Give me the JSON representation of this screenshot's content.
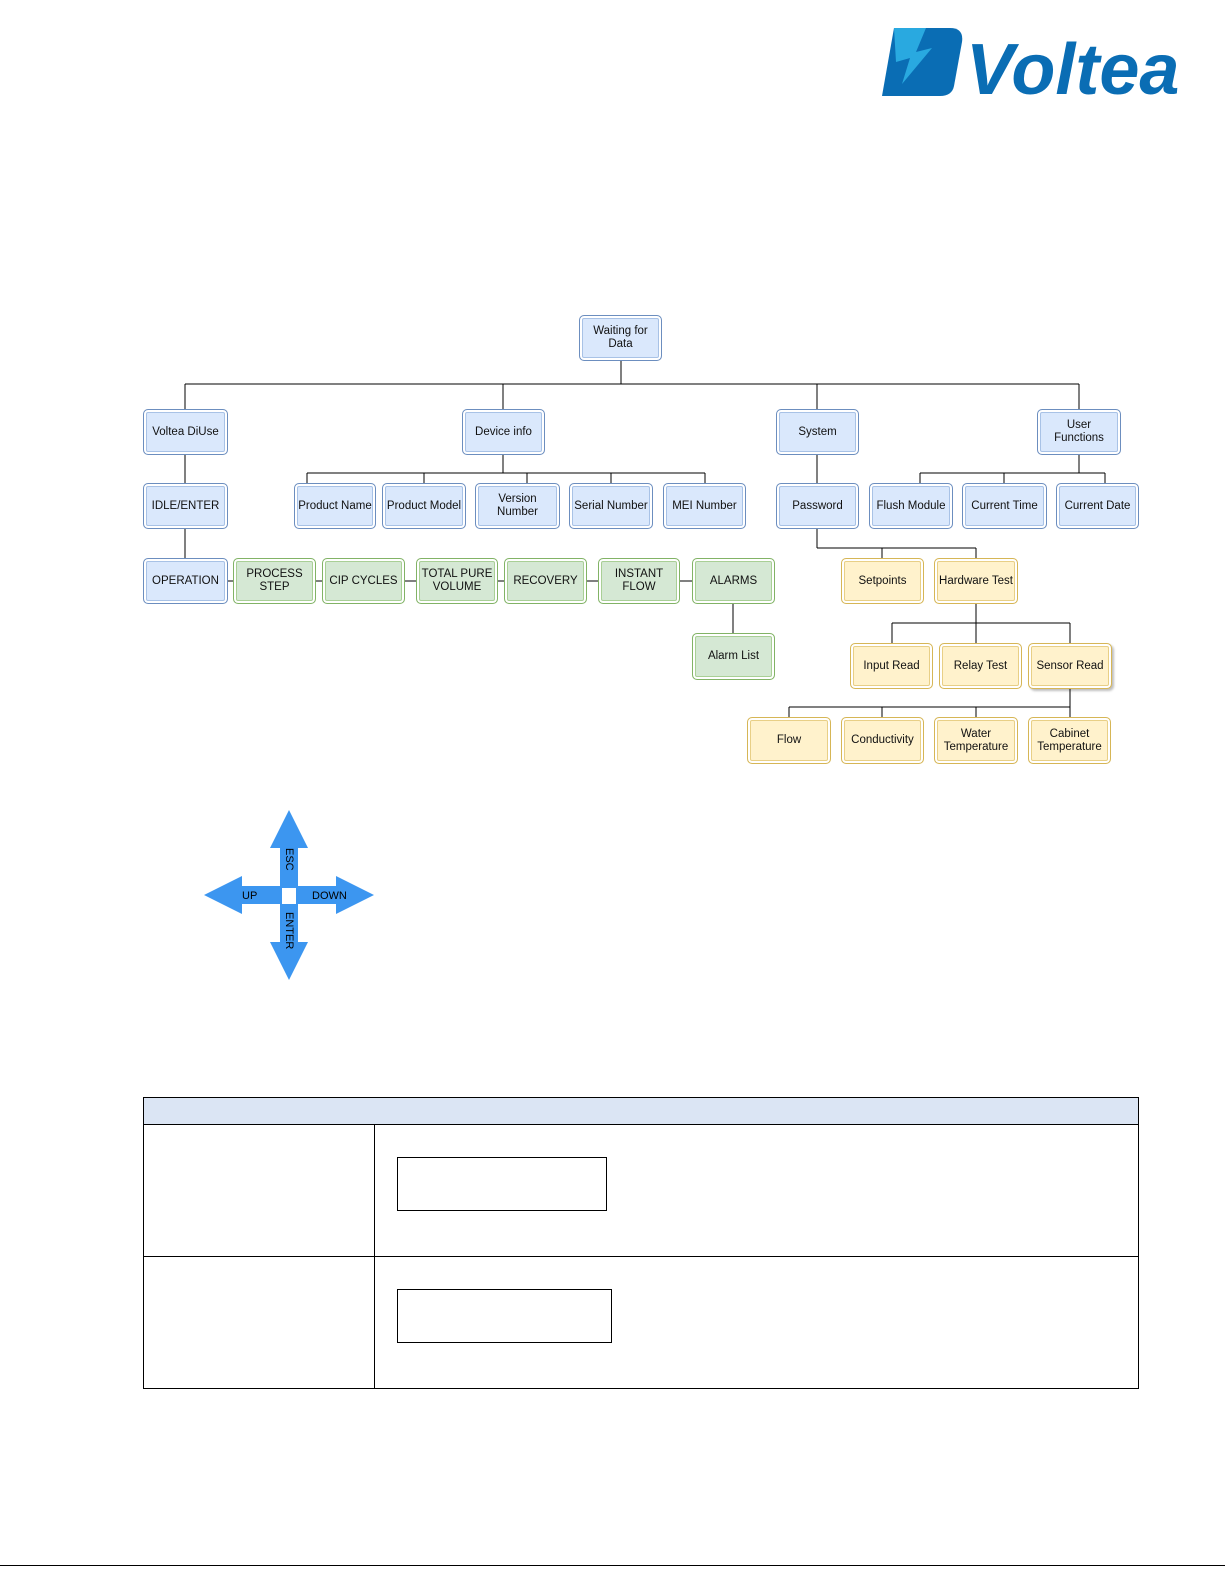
{
  "logo": {
    "text": "Voltea",
    "color": "#0a6db4",
    "accent": "#29a9e0"
  },
  "tree": {
    "root": "Waiting for\nData",
    "level1": {
      "voltea_diuse": "Voltea DiUse",
      "device_info": "Device info",
      "system": "System",
      "user_functions": "User Functions"
    },
    "diuse": {
      "idle_enter": "IDLE/ENTER",
      "operation": "OPERATION",
      "operation_items": [
        "PROCESS\nSTEP",
        "CIP CYCLES",
        "TOTAL PURE\nVOLUME",
        "RECOVERY",
        "INSTANT\nFLOW",
        "ALARMS"
      ],
      "alarm_list": "Alarm List"
    },
    "device_info_items": [
      "Product Name",
      "Product Model",
      "Version\nNumber",
      "Serial Number",
      "MEI Number"
    ],
    "system": {
      "password": "Password",
      "setpoints": "Setpoints",
      "hardware_test": "Hardware Test",
      "hardware_items": [
        "Input Read",
        "Relay Test",
        "Sensor Read"
      ],
      "sensor_items": [
        "Flow",
        "Conductivity",
        "Water\nTemperature",
        "Cabinet\nTemperature"
      ]
    },
    "user_function_items": [
      "Flush Module",
      "Current Time",
      "Current Date"
    ],
    "colors": {
      "blue": "#dae8fc",
      "green": "#d5e8d4",
      "yellow": "#fff2cc"
    }
  },
  "nav": {
    "up": "UP",
    "down": "DOWN",
    "esc": "ESC",
    "enter": "ENTER",
    "color": "#3c96f0"
  },
  "table": {
    "header_color": "#dbe5f4"
  }
}
